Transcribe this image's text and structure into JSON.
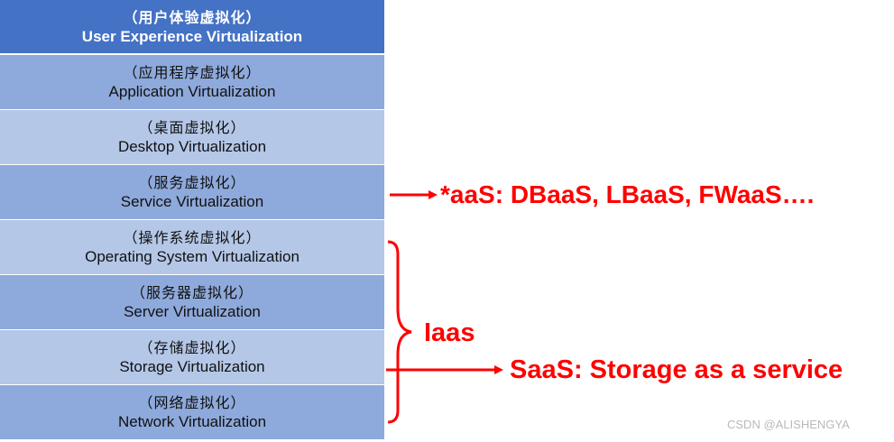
{
  "layers": [
    {
      "zh": "（用户体验虚拟化）",
      "en": "User Experience Virtualization"
    },
    {
      "zh": "（应用程序虚拟化）",
      "en": "Application Virtualization"
    },
    {
      "zh": "（桌面虚拟化）",
      "en": "Desktop Virtualization"
    },
    {
      "zh": "（服务虚拟化）",
      "en": "Service Virtualization"
    },
    {
      "zh": "（操作系统虚拟化）",
      "en": "Operating System Virtualization"
    },
    {
      "zh": "（服务器虚拟化）",
      "en": "Server Virtualization"
    },
    {
      "zh": "（存储虚拟化）",
      "en": "Storage Virtualization"
    },
    {
      "zh": "（网络虚拟化）",
      "en": "Network Virtualization"
    }
  ],
  "annotations": {
    "service_note": "*aaS: DBaaS, LBaaS, FWaaS….",
    "iaas_note": "Iaas",
    "storage_note": "SaaS: Storage as a service"
  },
  "colors": {
    "header": "#4472c4",
    "layer_dark": "#8ea9db",
    "layer_light": "#b4c7e7",
    "annotation": "#ff0000"
  },
  "watermark": "CSDN @ALISHENGYA"
}
